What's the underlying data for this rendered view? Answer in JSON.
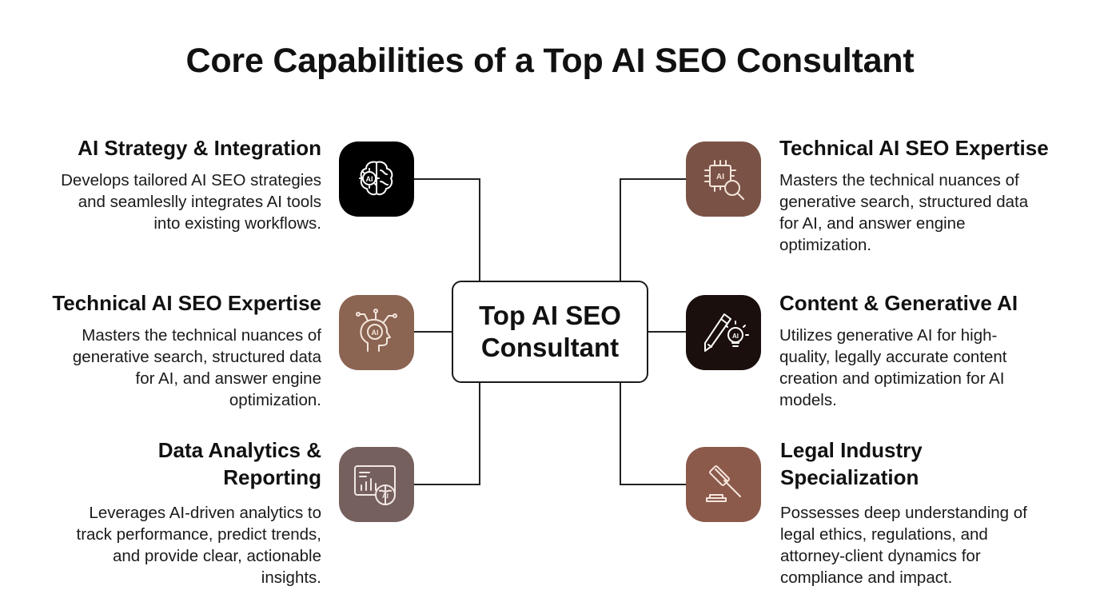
{
  "title": "Core Capabilities of a Top AI SEO Consultant",
  "center": {
    "line1": "Top AI SEO",
    "line2": "Consultant"
  },
  "left": [
    {
      "heading": "AI Strategy & Integration",
      "lines": [
        "Develops tailored AI SEO strategies",
        "and seamleslly integrates AI tools",
        "into existing workflows."
      ],
      "icon": "brain-gear-ai-icon",
      "color": "#000000"
    },
    {
      "heading": "Technical AI SEO Expertise",
      "lines": [
        "Masters the technical nuances of",
        "generative search, structured data",
        "for AI, and answer engine",
        "optimization."
      ],
      "icon": "head-ai-circuit-icon",
      "color": "#8b6452"
    },
    {
      "heading_lines": [
        "Data Analytics &",
        "Reporting"
      ],
      "lines": [
        "Leverages AI-driven analytics to",
        "track performance, predict trends,",
        "and provide clear, actionable",
        "insights."
      ],
      "icon": "analytics-brain-icon",
      "color": "#76605e"
    }
  ],
  "right": [
    {
      "heading": "Technical AI SEO Expertise",
      "lines": [
        "Masters the technical nuances of",
        "generative search, structured data",
        "for AI, and answer engine",
        "optimization."
      ],
      "icon": "ai-chip-magnifier-icon",
      "color": "#7a5346"
    },
    {
      "heading": "Content & Generative AI",
      "lines": [
        "Utilizes generative AI for high-",
        "quality, legally accurate content",
        "creation and optimization for AI",
        "models."
      ],
      "icon": "pen-lightbulb-ai-icon",
      "color": "#1a0f0c"
    },
    {
      "heading_lines": [
        "Legal Industry",
        "Specialization"
      ],
      "lines": [
        "Possesses deep understanding of",
        "legal ethics, regulations, and",
        "attorney-client dynamics for",
        "compliance and impact."
      ],
      "icon": "gavel-icon",
      "color": "#8b5a4b"
    }
  ]
}
